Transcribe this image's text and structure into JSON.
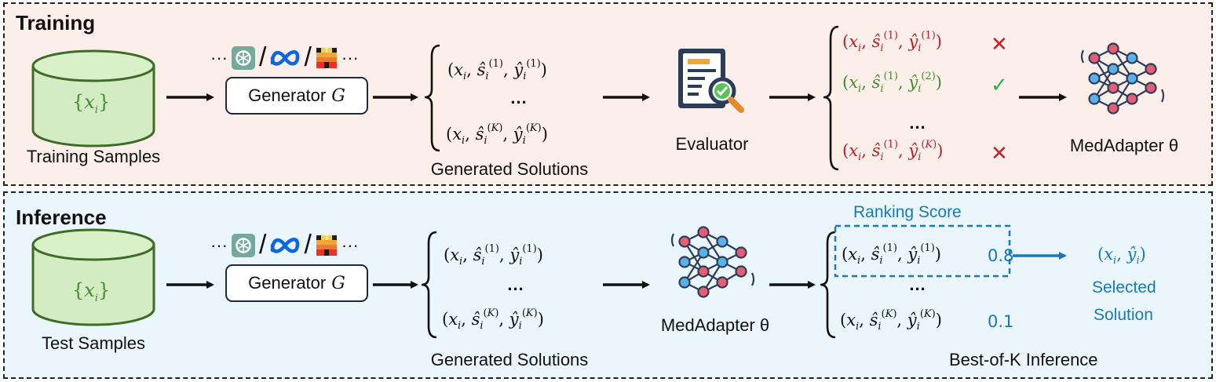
{
  "training": {
    "title": "Training",
    "samples_label": "Training Samples",
    "db_text": "{x_i}",
    "generator_label": "Generator",
    "generator_var": "G",
    "solutions_label": "Generated Solutions",
    "evaluator_label": "Evaluator",
    "adapter_label": "MedAdapter θ",
    "ellipsis": "...",
    "model_dots": "···"
  },
  "inference": {
    "title": "Inference",
    "samples_label": "Test Samples",
    "db_text": "{x_i}",
    "generator_label": "Generator",
    "generator_var": "G",
    "solutions_label": "Generated Solutions",
    "adapter_label": "MedAdapter θ",
    "ranking_label": "Ranking Score",
    "score_top": "0.8",
    "score_bottom": "0.1",
    "selected_line1": "Selected",
    "selected_line2": "Solution",
    "best_of_k": "Best-of-K Inference",
    "ellipsis": "...",
    "model_dots": "···"
  },
  "icons": [
    "database-icon",
    "chatgpt-icon",
    "meta-icon",
    "mistral-icon",
    "evaluator-icon",
    "neural-network-icon",
    "check-icon",
    "cross-icon"
  ],
  "colors": {
    "train_bg": "#fcefea",
    "infer_bg": "#eaf6fb",
    "db_fill": "#d3ecc3",
    "db_stroke": "#3e6b26",
    "wrong": "#b8202a",
    "right": "#3f8f2a",
    "accent_blue": "#1779b8"
  }
}
